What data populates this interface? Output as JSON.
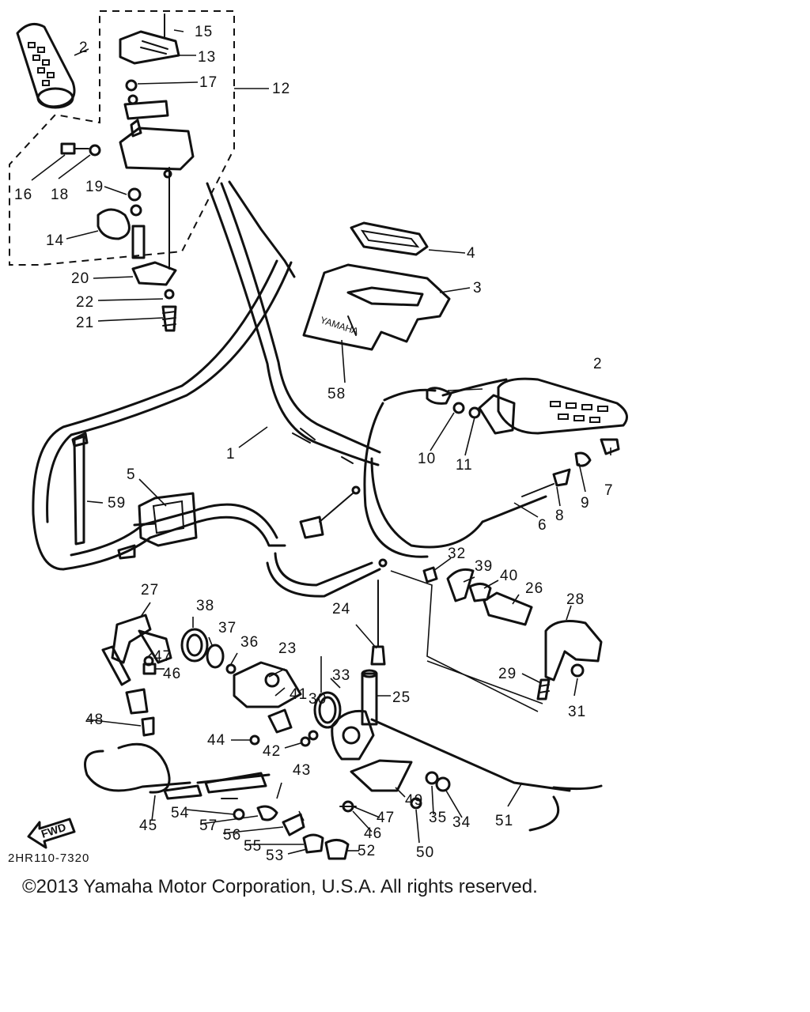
{
  "copyright": "©2013 Yamaha Motor Corporation, U.S.A. All rights reserved.",
  "diagram_code": "2HR110-7320",
  "fwd_label": "FWD",
  "brand_text": "YAMAHA",
  "part_labels": [
    "1",
    "2",
    "2",
    "3",
    "4",
    "5",
    "6",
    "7",
    "8",
    "9",
    "10",
    "11",
    "12",
    "13",
    "14",
    "15",
    "16",
    "17",
    "18",
    "19",
    "20",
    "21",
    "22",
    "23",
    "24",
    "25",
    "26",
    "27",
    "28",
    "29",
    "30",
    "31",
    "32",
    "33",
    "34",
    "35",
    "36",
    "37",
    "38",
    "39",
    "40",
    "41",
    "42",
    "43",
    "44",
    "45",
    "46",
    "46",
    "47",
    "47",
    "48",
    "49",
    "50",
    "51",
    "52",
    "53",
    "54",
    "55",
    "56",
    "57",
    "58",
    "59"
  ]
}
